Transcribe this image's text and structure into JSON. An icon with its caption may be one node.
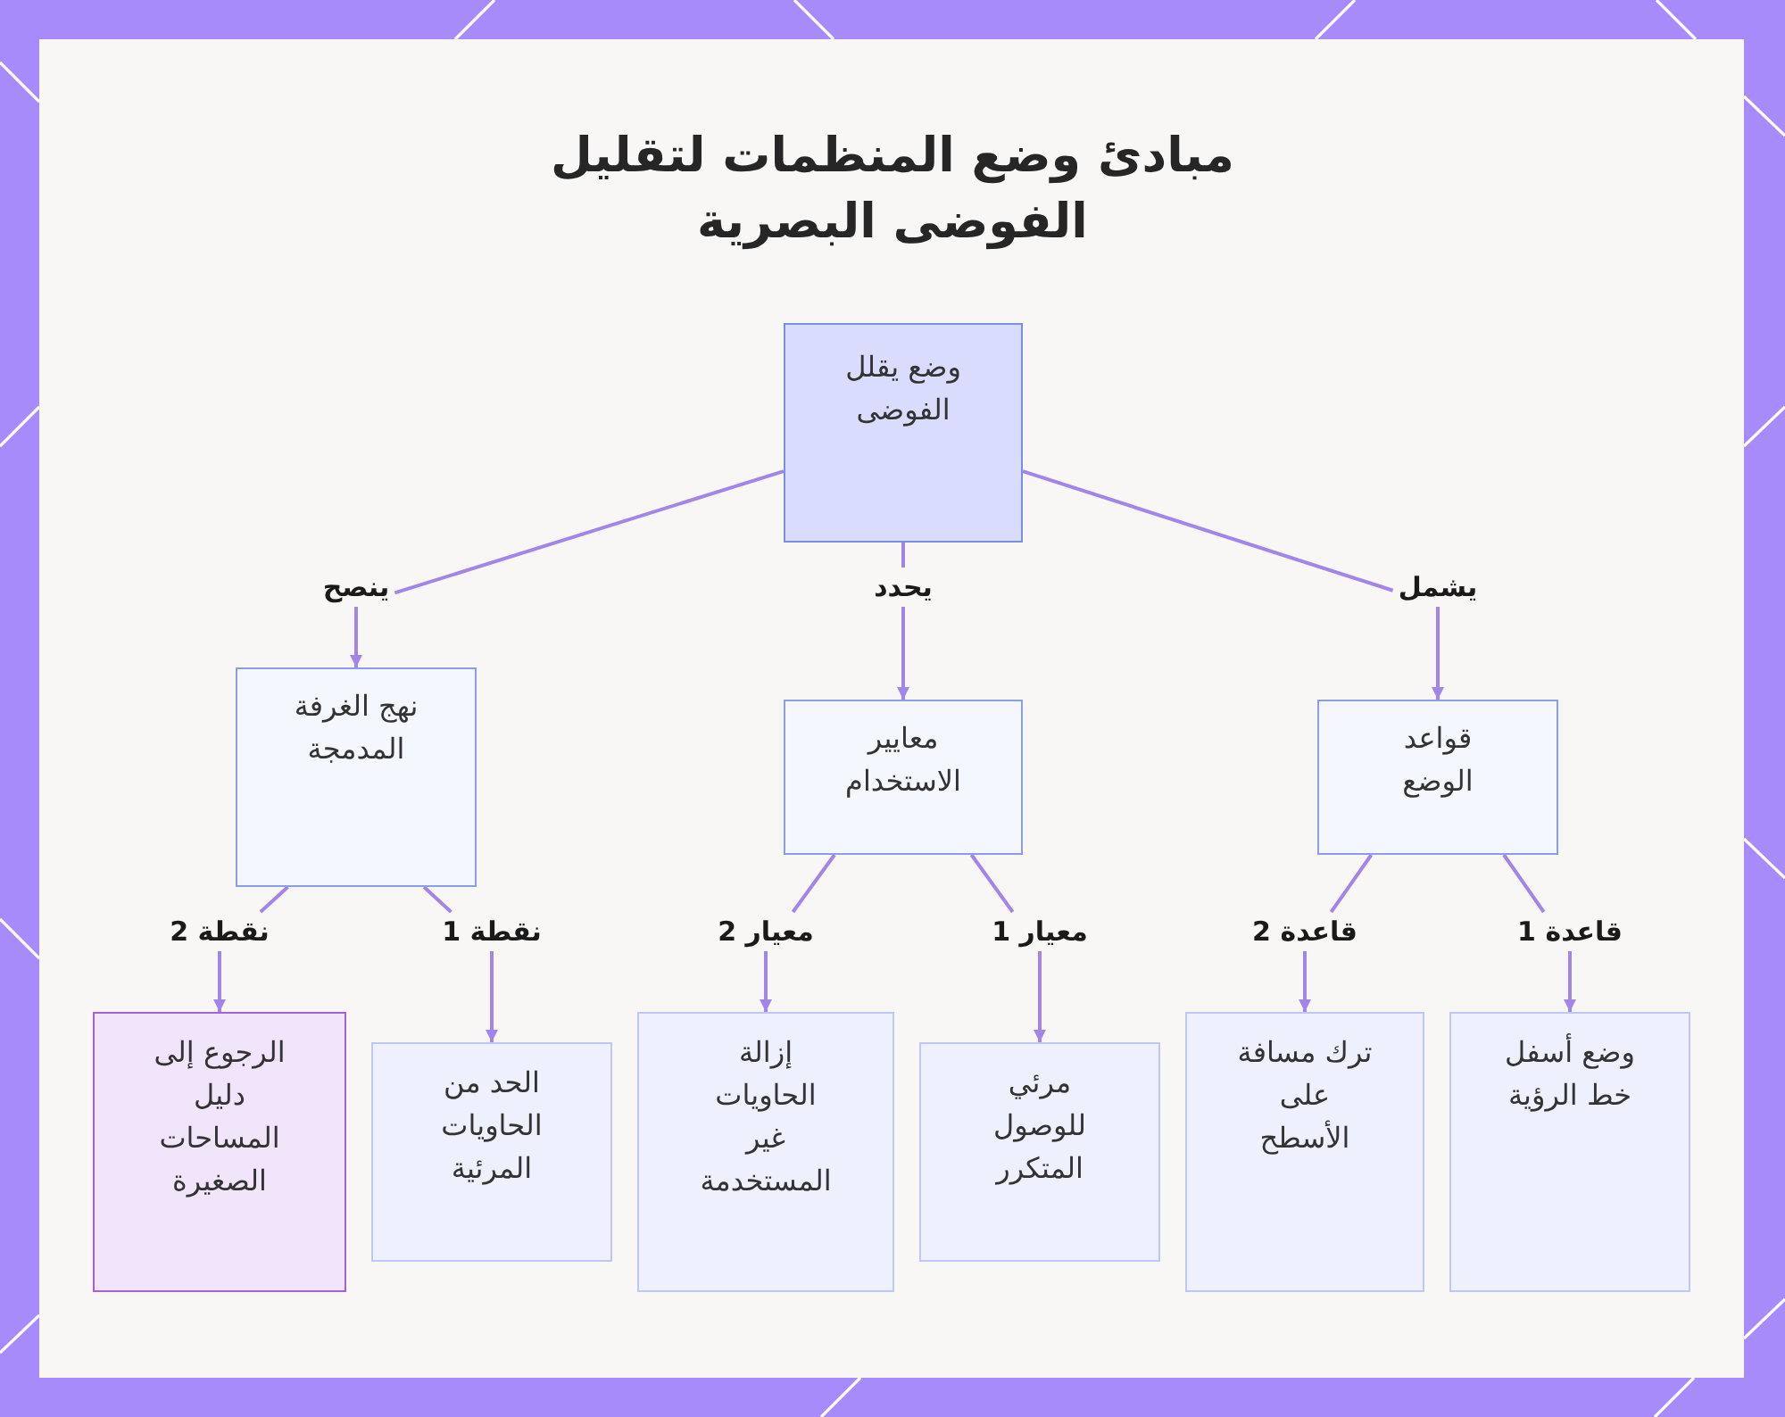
{
  "diagram": {
    "title": "مبادئ وضع المنظمات لتقليل الفوضى البصرية",
    "nodes": [
      {
        "text": [
          "وضع يقلل الفوضى"
        ]
      },
      {
        "text": [
          "قواعد الوضع"
        ]
      },
      {
        "text": [
          "معايير الاستخدام"
        ]
      },
      {
        "text": [
          "نهج الغرفة المدمجة"
        ]
      },
      {
        "text": [
          "وضع أسفل خط الرؤية"
        ]
      },
      {
        "text": [
          "ترك مسافة على الأسطح"
        ]
      },
      {
        "text": [
          "مرئي للوصول المتكرر"
        ]
      },
      {
        "text": [
          "إزالة الحاويات غير المستخدمة"
        ]
      },
      {
        "text": [
          "الحد من الحاويات المرئية"
        ]
      },
      {
        "text": [
          "الرجوع إلى دليل المساحات الصغيرة"
        ]
      }
    ],
    "edges": [
      {
        "from": 0,
        "to": 1,
        "arrow": "to",
        "label": "يشمل"
      },
      {
        "from": 0,
        "to": 2,
        "arrow": "to",
        "label": "يحدد"
      },
      {
        "from": 0,
        "to": 3,
        "arrow": "to",
        "label": "ينصح"
      },
      {
        "from": 1,
        "to": 4,
        "arrow": "to",
        "label": "قاعدة 1"
      },
      {
        "from": 1,
        "to": 5,
        "arrow": "to",
        "label": "قاعدة 2"
      },
      {
        "from": 2,
        "to": 6,
        "arrow": "to",
        "label": "معيار 1"
      },
      {
        "from": 2,
        "to": 7,
        "arrow": "to",
        "label": "معيار 2"
      },
      {
        "from": 3,
        "to": 8,
        "arrow": "to",
        "label": "نقطة 1"
      },
      {
        "from": 3,
        "to": 9,
        "arrow": "to",
        "label": "نقطة 2"
      }
    ]
  }
}
